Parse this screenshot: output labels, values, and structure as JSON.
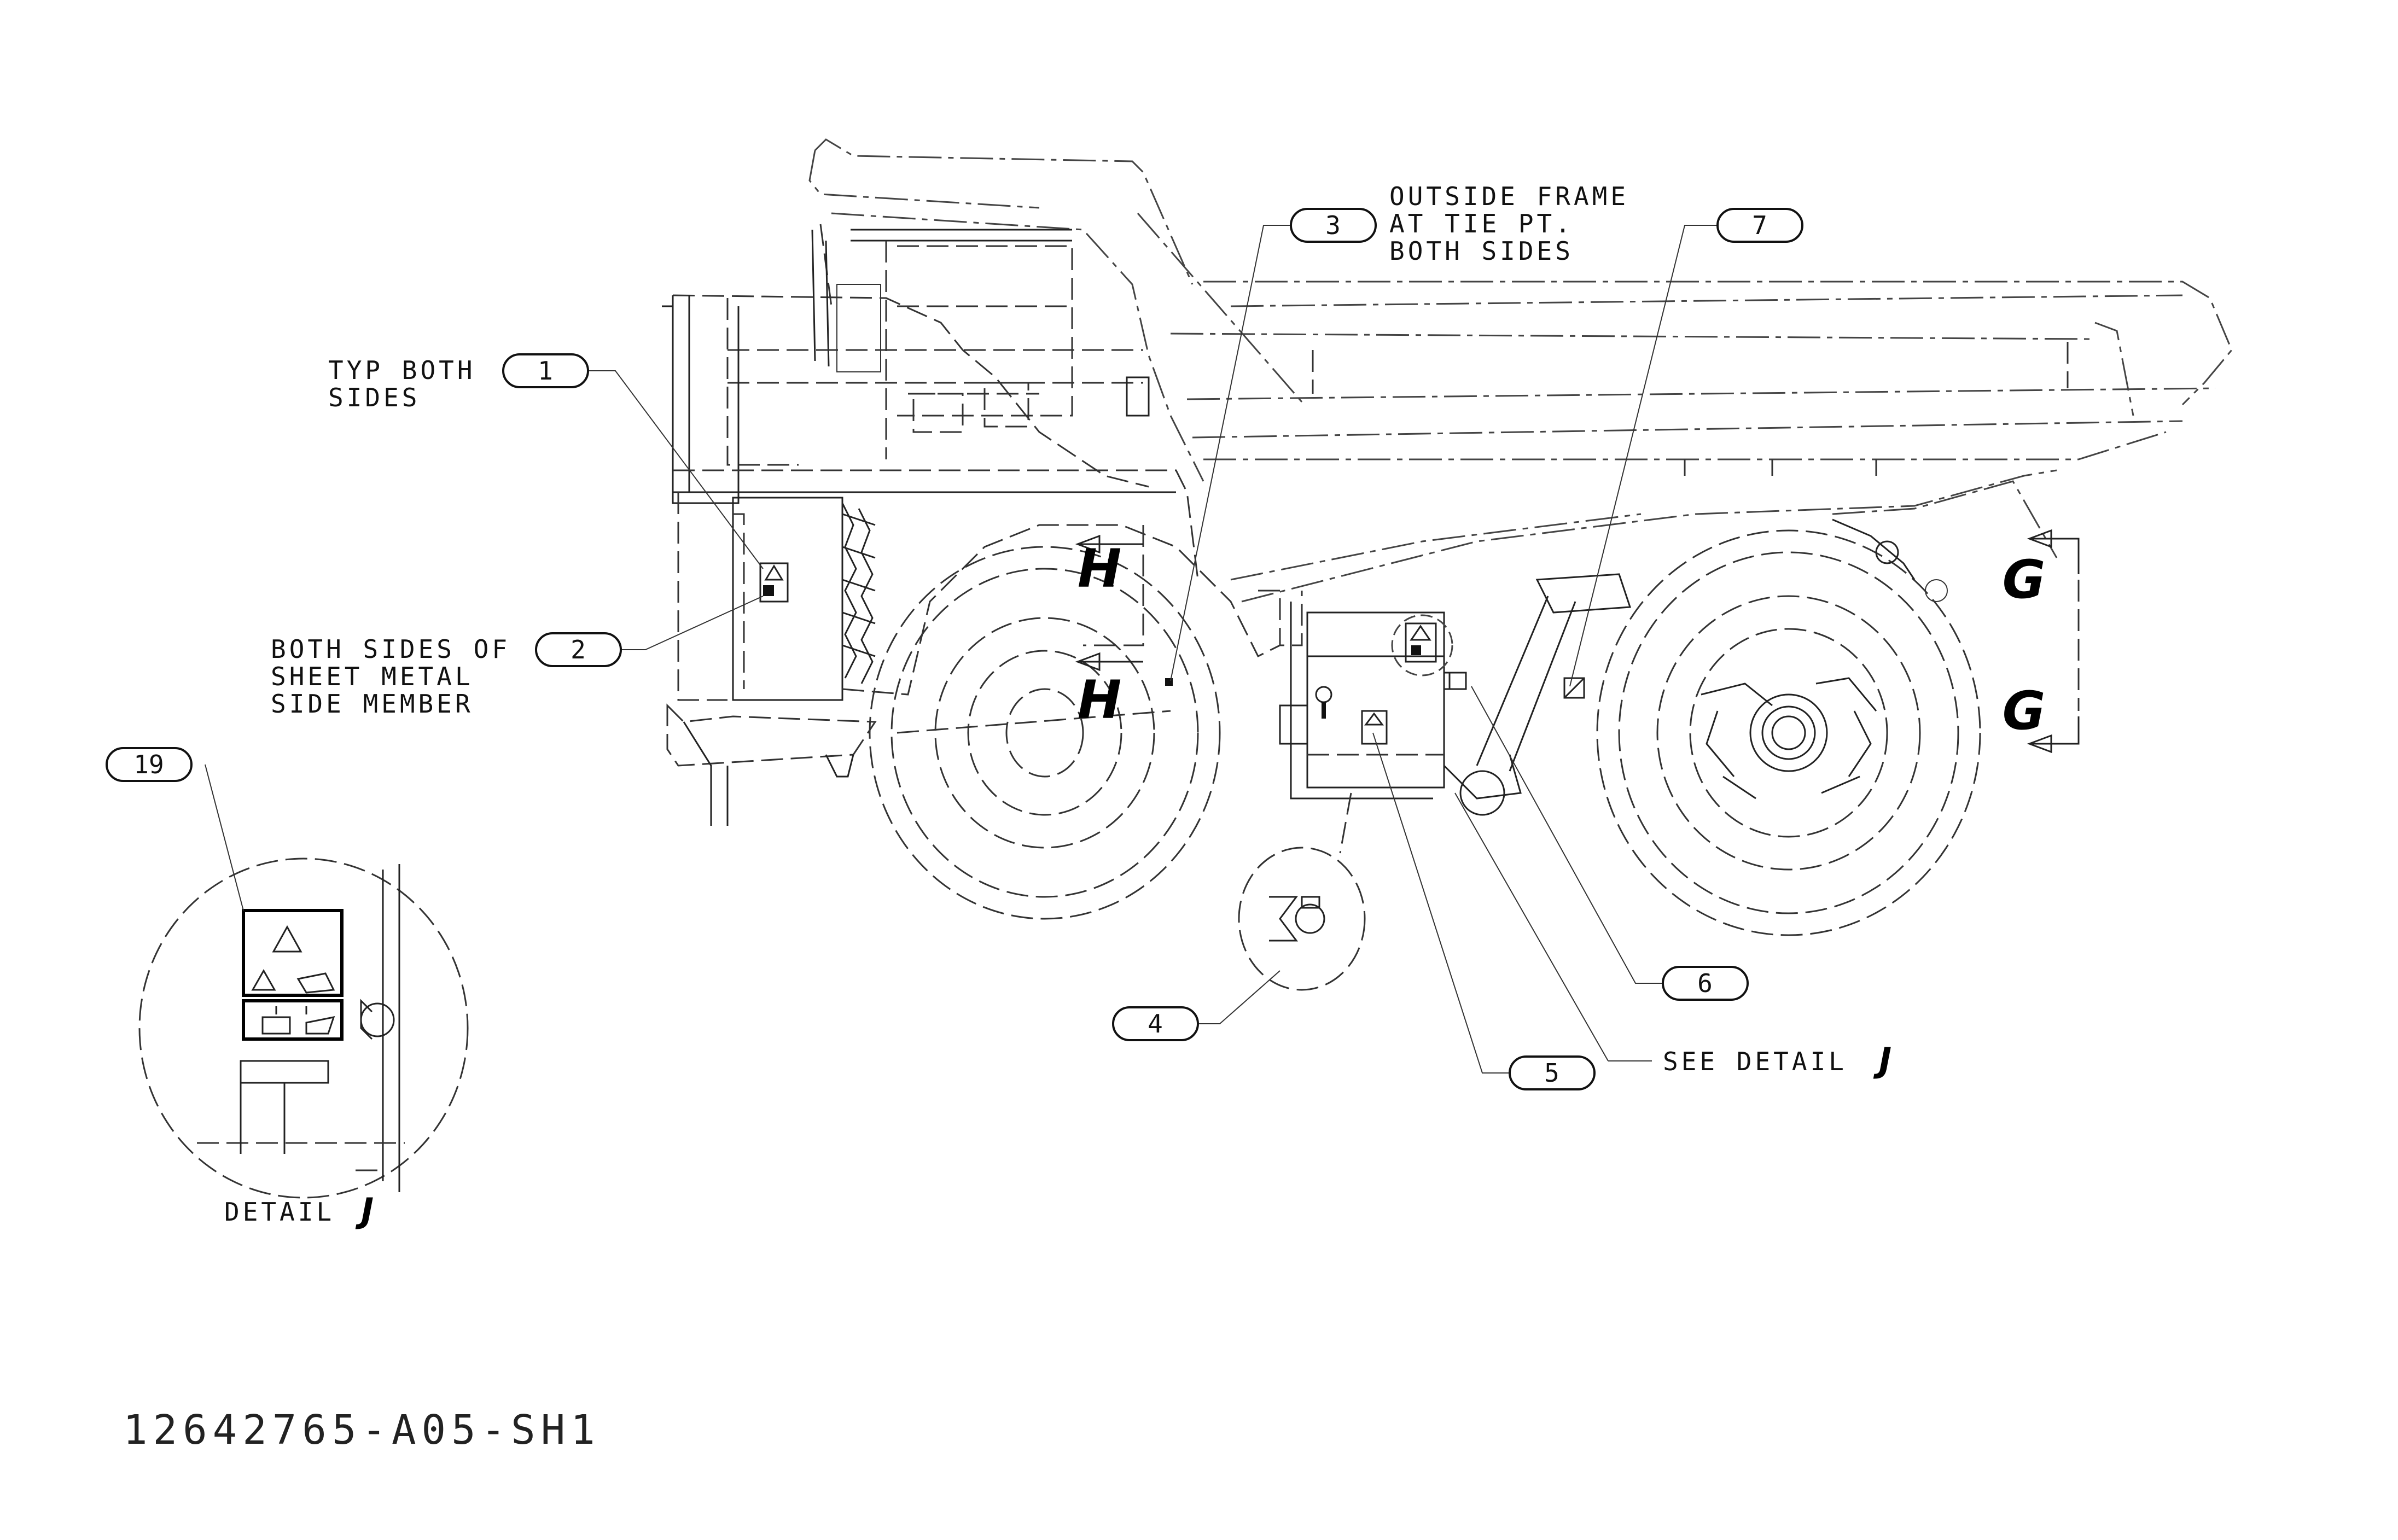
{
  "notes": {
    "typ_both_sides_1": "TYP BOTH",
    "typ_both_sides_2": "SIDES",
    "outside_frame_1": "OUTSIDE FRAME",
    "outside_frame_2": "AT TIE PT.",
    "outside_frame_3": "BOTH SIDES",
    "both_sides_sheet_1": "BOTH SIDES OF",
    "both_sides_sheet_2": "SHEET METAL",
    "both_sides_sheet_3": "SIDE MEMBER",
    "see_detail": "SEE DETAIL",
    "see_detail_letter": "J",
    "detail_caption": "DETAIL",
    "detail_caption_letter": "J"
  },
  "callouts": {
    "c1": "1",
    "c2": "2",
    "c3": "3",
    "c4": "4",
    "c5": "5",
    "c6": "6",
    "c7": "7",
    "c19": "19"
  },
  "section_marks": {
    "h_top": "H",
    "h_bottom": "H",
    "g_top": "G",
    "g_bottom": "G"
  },
  "drawing_number": "12642765-A05-SH1"
}
